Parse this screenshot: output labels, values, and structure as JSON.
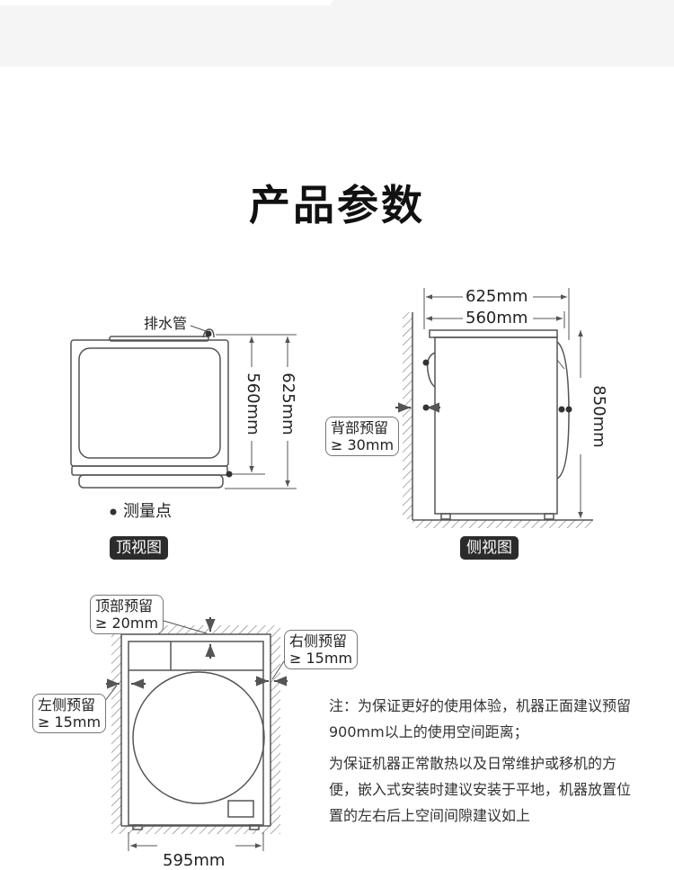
{
  "page": {
    "title": "产品参数"
  },
  "top_view": {
    "drain_label": "排水管",
    "dim_inner": "560mm",
    "dim_outer": "625mm",
    "legend": "测量点",
    "tag": "顶视图"
  },
  "side_view": {
    "dim_top_outer": "625mm",
    "dim_top_inner": "560mm",
    "dim_height": "850mm",
    "back_gap_line1": "背部预留",
    "back_gap_line2": "≥ 30mm",
    "tag": "侧视图"
  },
  "front_view": {
    "top_gap_line1": "顶部预留",
    "top_gap_line2": "≥ 20mm",
    "right_gap_line1": "右侧预留",
    "right_gap_line2": "≥ 15mm",
    "left_gap_line1": "左侧预留",
    "left_gap_line2": "≥ 15mm",
    "dim_width": "595mm"
  },
  "notes": {
    "p1": "注：为保证更好的使用体验，机器正面建议预留900mm以上的使用空间距离；",
    "p2": "为保证机器正常散热以及日常维护或移机的方便，嵌入式安装时建议安装于平地，机器放置位置的左右后上空间间隙建议如上"
  },
  "colors": {
    "line": "#555555",
    "tag_bg": "#2b2b2b",
    "top_band": "#f5f5f5"
  }
}
